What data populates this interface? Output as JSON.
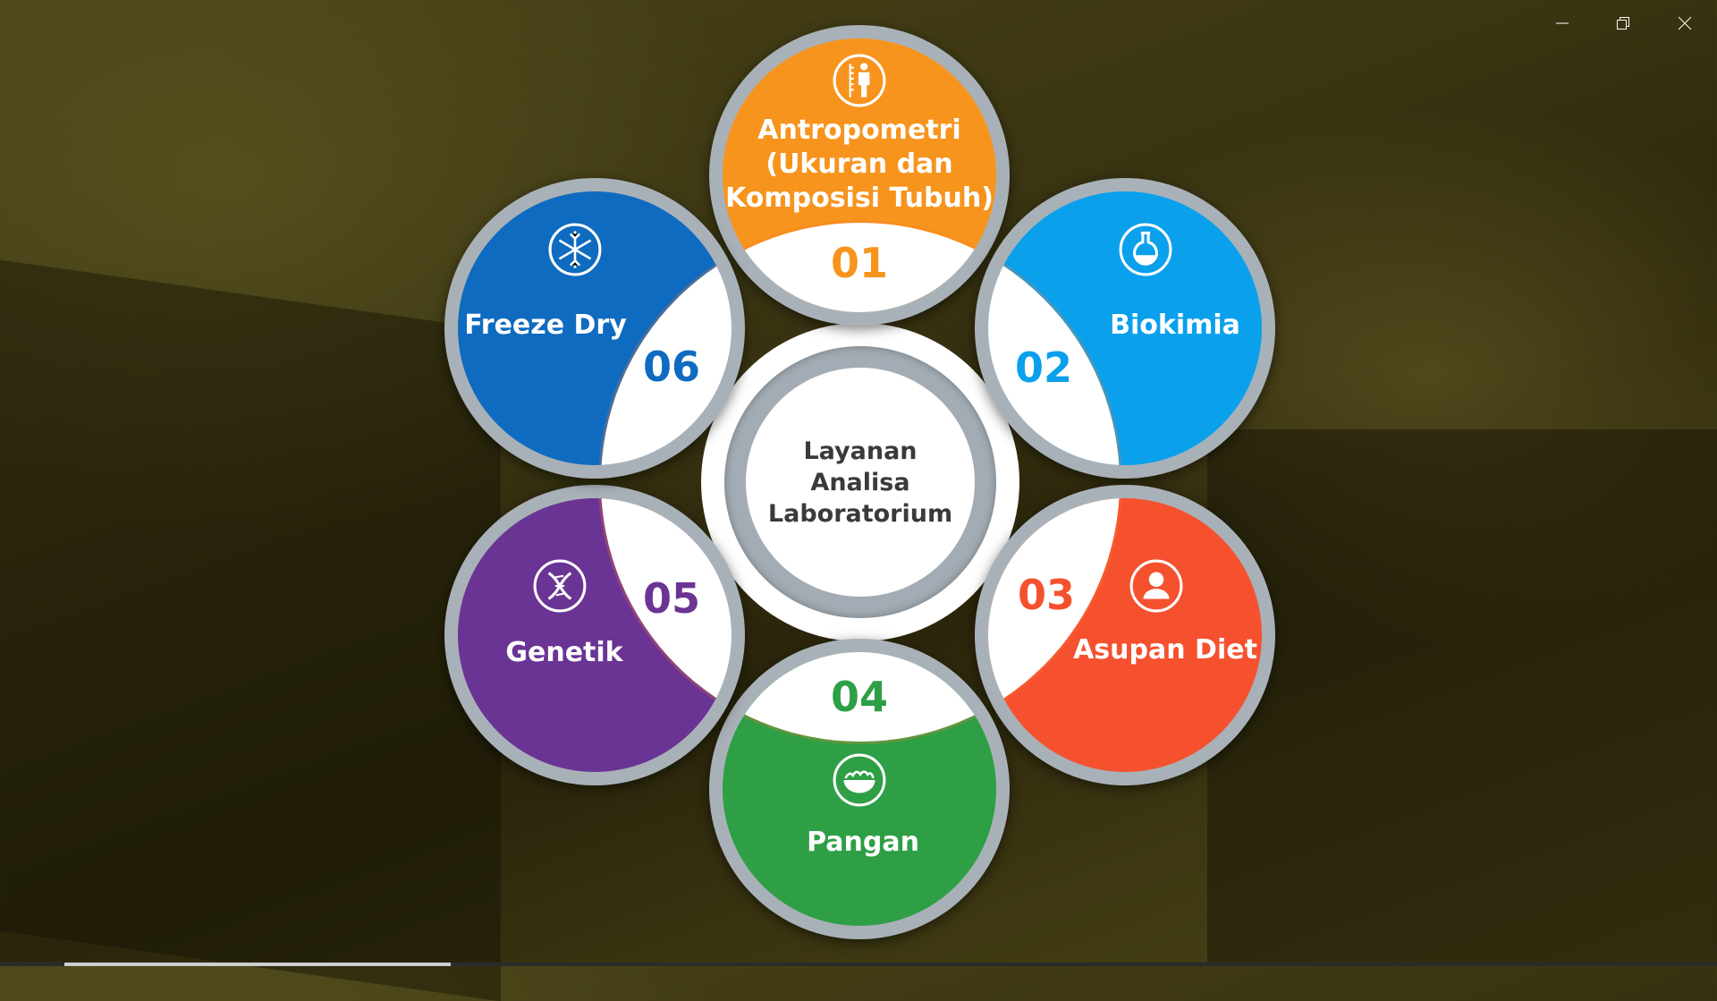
{
  "window": {
    "controls": [
      "minimize",
      "restore",
      "close"
    ]
  },
  "hub": {
    "lines": [
      "Layanan",
      "Analisa",
      "Laboratorium"
    ]
  },
  "services": [
    {
      "number": "01",
      "label": "Antropometri\n(Ukuran dan\nKomposisi Tubuh)",
      "label_lines": [
        "Antropometri",
        "(Ukuran dan",
        "Komposisi Tubuh)"
      ],
      "icon": "body-measure-icon",
      "color": "#F7941D"
    },
    {
      "number": "02",
      "label": "Biokimia",
      "icon": "flask-icon",
      "color": "#0AA0EC"
    },
    {
      "number": "03",
      "label": "Asupan Diet",
      "icon": "person-icon",
      "color": "#F5512F"
    },
    {
      "number": "04",
      "label": "Pangan",
      "icon": "food-bowl-icon",
      "color": "#2E9F45"
    },
    {
      "number": "05",
      "label": "Genetik",
      "icon": "dna-icon",
      "color": "#6A3494"
    },
    {
      "number": "06",
      "label": "Freeze Dry",
      "icon": "snowflake-icon",
      "color": "#0F6BBF"
    }
  ],
  "video": {
    "progress_fraction": 0.225,
    "progress_start_fraction": 0.0375
  }
}
